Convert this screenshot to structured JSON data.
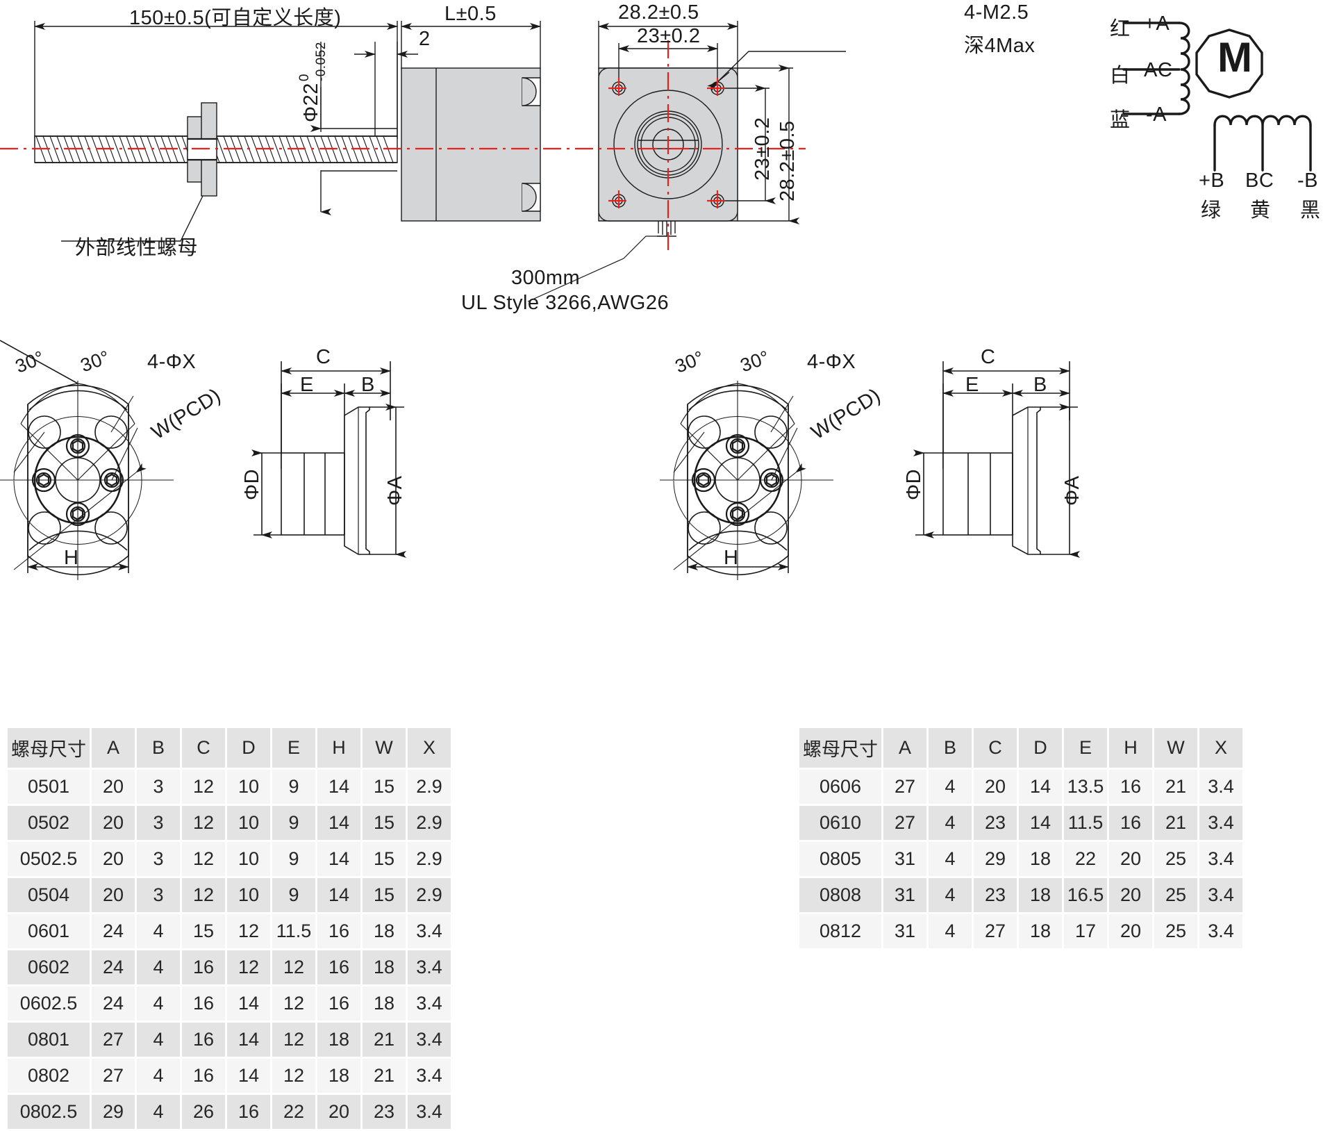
{
  "title_block": {
    "drawing_type": "lead-screw-stepper-motor-dimension-drawing"
  },
  "top_view": {
    "screw_length_dim": "150±0.5(可自定义长度)",
    "motor_length_dim": "L±0.5",
    "shaft_step_dim": "2",
    "pilot_diameter_dim": "Φ22",
    "pilot_tol_upper": "0",
    "pilot_tol_lower": "-0.052",
    "nut_callout": "外部线性螺母",
    "wire_callout_line1": "300mm",
    "wire_callout_line2": "UL Style 3266,AWG26"
  },
  "front_view": {
    "body_width_dim": "28.2±0.5",
    "bolt_circle_dim": "23±0.2",
    "bolt_circle_v_dim": "23±0.2",
    "body_height_dim": "28.2±0.5",
    "thread_callout_line1": "4-M2.5",
    "thread_callout_line2": "深4Max"
  },
  "wiring_diagram": {
    "motor_symbol": "M",
    "phase_a": [
      {
        "color": "红",
        "terminal": "+A"
      },
      {
        "color": "白",
        "terminal": "AC"
      },
      {
        "color": "蓝",
        "terminal": "-A"
      }
    ],
    "phase_b_terminals": [
      "+B",
      "BC",
      "-B"
    ],
    "phase_b_colors": [
      "绿",
      "黄",
      "黑"
    ]
  },
  "nut_views": {
    "angle_left": "30°",
    "angle_right": "30°",
    "hole_callout": "4-ΦX",
    "pcd_callout": "W(PCD)",
    "dim_h": "H",
    "dim_c": "C",
    "dim_e": "E",
    "dim_b": "B",
    "dim_phi_d": "ΦD",
    "dim_phi_a": "ΦA"
  },
  "table_left": {
    "headers": [
      "螺母尺寸",
      "A",
      "B",
      "C",
      "D",
      "E",
      "H",
      "W",
      "X"
    ],
    "rows": [
      [
        "0501",
        "20",
        "3",
        "12",
        "10",
        "9",
        "14",
        "15",
        "2.9"
      ],
      [
        "0502",
        "20",
        "3",
        "12",
        "10",
        "9",
        "14",
        "15",
        "2.9"
      ],
      [
        "0502.5",
        "20",
        "3",
        "12",
        "10",
        "9",
        "14",
        "15",
        "2.9"
      ],
      [
        "0504",
        "20",
        "3",
        "12",
        "10",
        "9",
        "14",
        "15",
        "2.9"
      ],
      [
        "0601",
        "24",
        "4",
        "15",
        "12",
        "11.5",
        "16",
        "18",
        "3.4"
      ],
      [
        "0602",
        "24",
        "4",
        "16",
        "12",
        "12",
        "16",
        "18",
        "3.4"
      ],
      [
        "0602.5",
        "24",
        "4",
        "16",
        "14",
        "12",
        "16",
        "18",
        "3.4"
      ],
      [
        "0801",
        "27",
        "4",
        "16",
        "14",
        "12",
        "18",
        "21",
        "3.4"
      ],
      [
        "0802",
        "27",
        "4",
        "16",
        "14",
        "12",
        "18",
        "21",
        "3.4"
      ],
      [
        "0802.5",
        "29",
        "4",
        "26",
        "16",
        "22",
        "20",
        "23",
        "3.4"
      ]
    ]
  },
  "table_right": {
    "headers": [
      "螺母尺寸",
      "A",
      "B",
      "C",
      "D",
      "E",
      "H",
      "W",
      "X"
    ],
    "rows": [
      [
        "0606",
        "27",
        "4",
        "20",
        "14",
        "13.5",
        "16",
        "21",
        "3.4"
      ],
      [
        "0610",
        "27",
        "4",
        "23",
        "14",
        "11.5",
        "16",
        "21",
        "3.4"
      ],
      [
        "0805",
        "31",
        "4",
        "29",
        "18",
        "22",
        "20",
        "25",
        "3.4"
      ],
      [
        "0808",
        "31",
        "4",
        "23",
        "18",
        "16.5",
        "20",
        "25",
        "3.4"
      ],
      [
        "0812",
        "31",
        "4",
        "27",
        "18",
        "17",
        "20",
        "25",
        "3.4"
      ]
    ]
  },
  "colors": {
    "centerline": "#e8211c",
    "body_fill": "#d3d5d6",
    "line": "#1a1a1a",
    "table_header_bg": "#e3e3e3",
    "table_row_alt_bg": "#f5f5f5"
  }
}
